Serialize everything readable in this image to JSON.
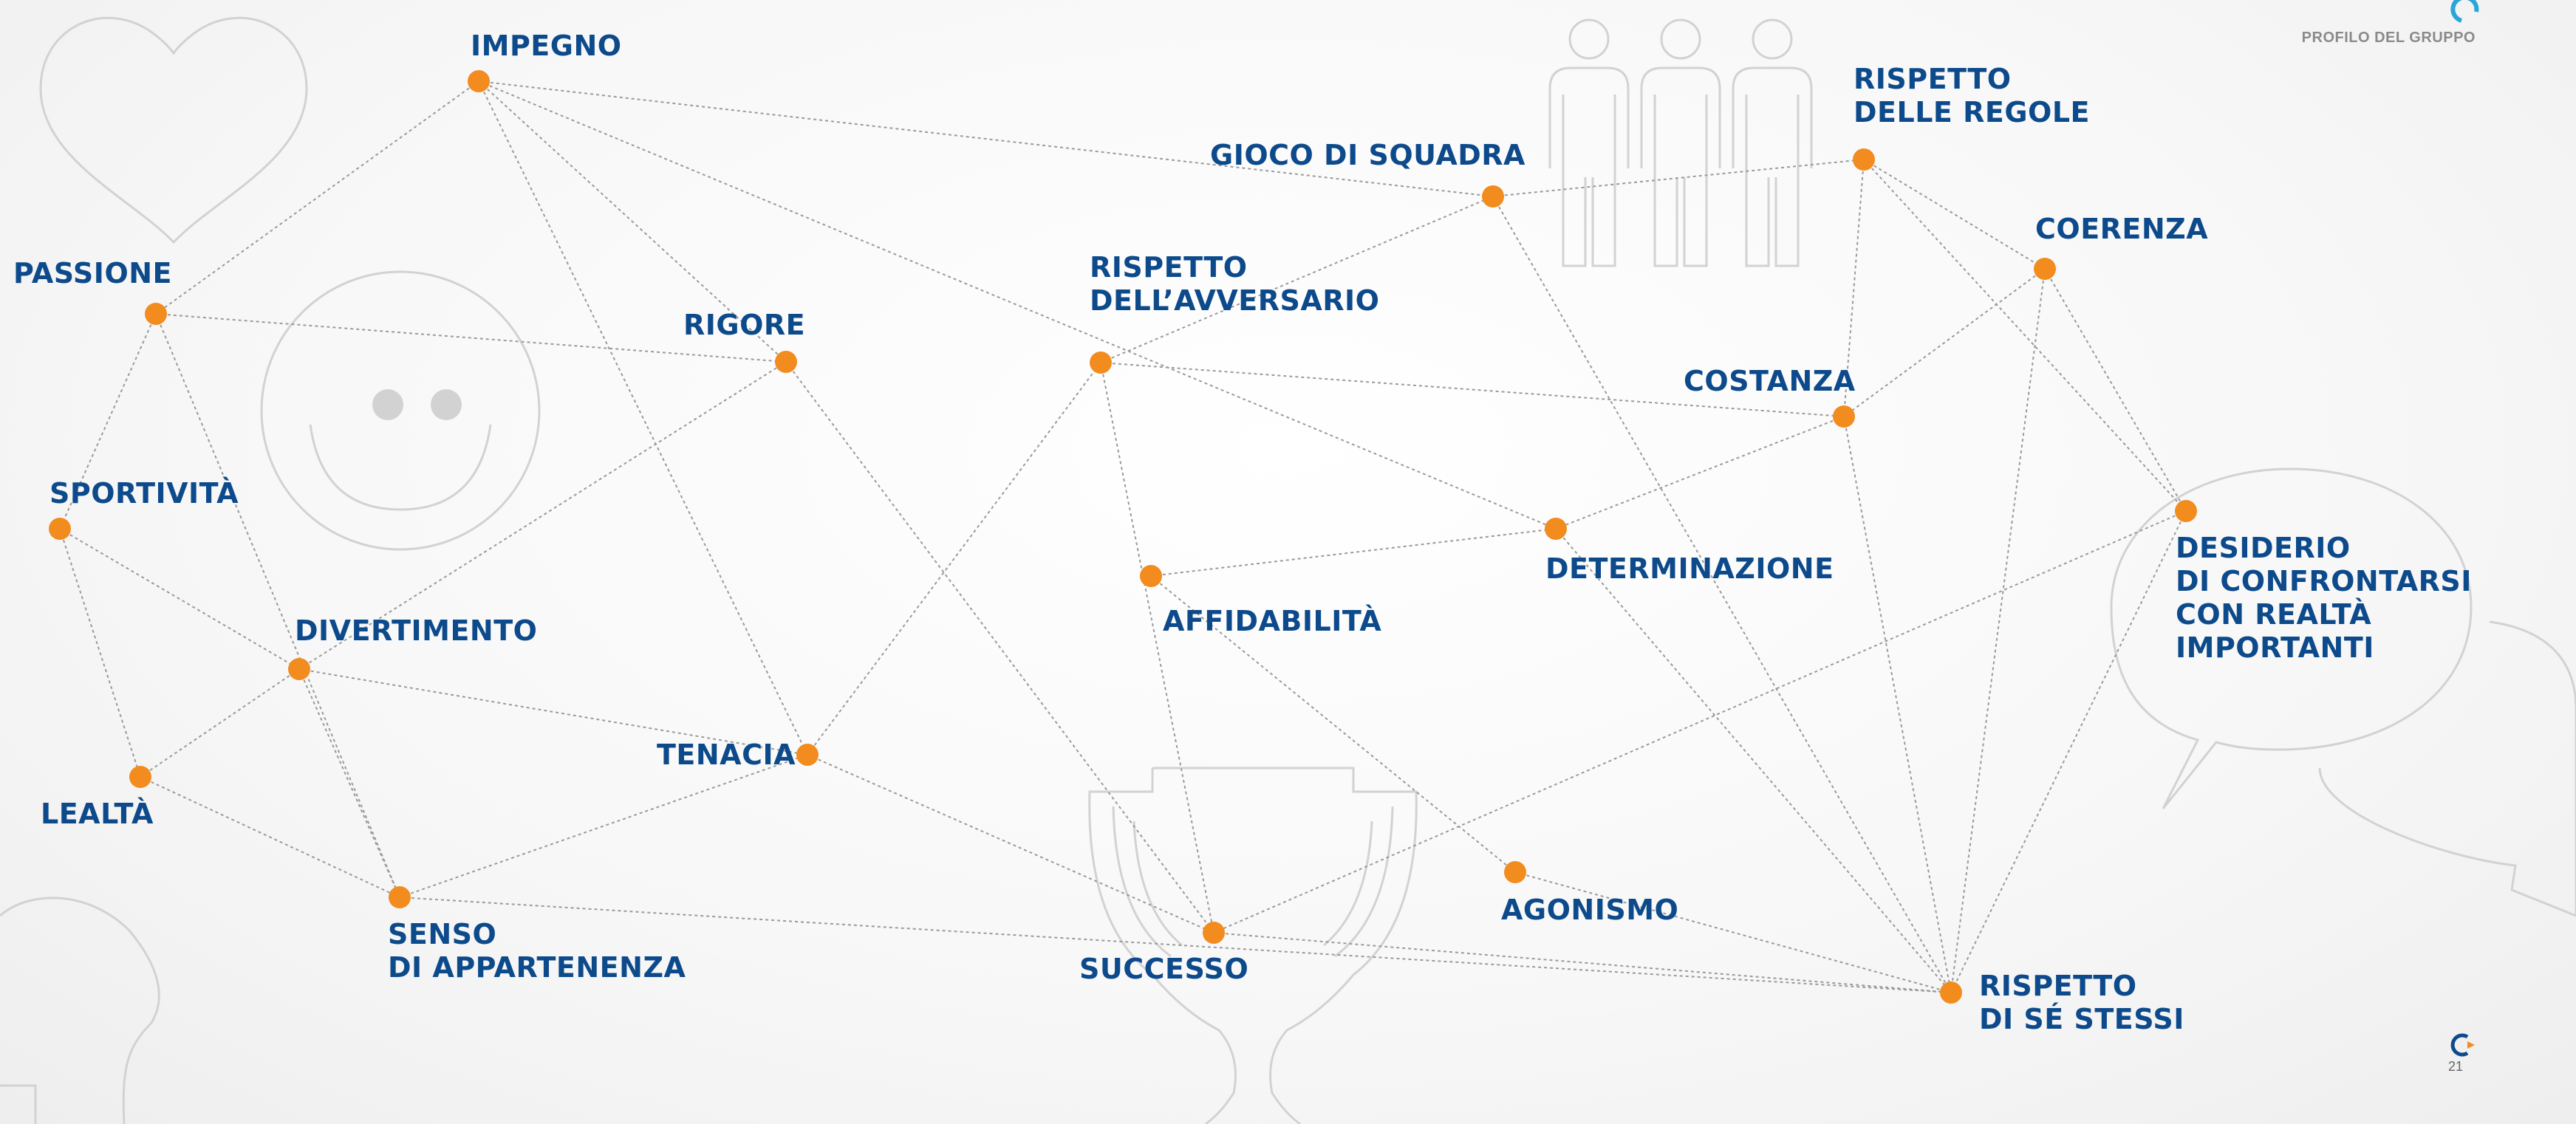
{
  "header": {
    "section_title": "PROFILO DEL GRUPPO"
  },
  "footer": {
    "page_number": "21"
  },
  "colors": {
    "node": "#f28c1e",
    "label": "#0d4a8b",
    "edge": "#9a9a9a",
    "decor": "#d2d2d2"
  },
  "icons": [
    "heart-icon",
    "smiley-icon",
    "people-icon",
    "trophy-icon",
    "speech-bubble-icon",
    "thought-bubble-icon",
    "logo-icon"
  ],
  "nodes": [
    {
      "id": "impegno",
      "label": "IMPEGNO"
    },
    {
      "id": "passione",
      "label": "PASSIONE"
    },
    {
      "id": "sportivita",
      "label": "SPORTIVITÀ"
    },
    {
      "id": "divertimento",
      "label": "DIVERTIMENTO"
    },
    {
      "id": "lealta",
      "label": "LEALTÀ"
    },
    {
      "id": "senso",
      "label": "SENSO\nDI APPARTENENZA"
    },
    {
      "id": "rigore",
      "label": "RIGORE"
    },
    {
      "id": "tenacia",
      "label": "TENACIA"
    },
    {
      "id": "successo",
      "label": "SUCCESSO"
    },
    {
      "id": "rispetto_avv",
      "label": "RISPETTO\nDELL’AVVERSARIO"
    },
    {
      "id": "affidabilita",
      "label": "AFFIDABILITÀ"
    },
    {
      "id": "gioco",
      "label": "GIOCO DI SQUADRA"
    },
    {
      "id": "rispetto_regole",
      "label": "RISPETTO\nDELLE REGOLE"
    },
    {
      "id": "coerenza",
      "label": "COERENZA"
    },
    {
      "id": "costanza",
      "label": "COSTANZA"
    },
    {
      "id": "determinazione",
      "label": "DETERMINAZIONE"
    },
    {
      "id": "desiderio",
      "label": "DESIDERIO\nDI CONFRONTARSI\nCON REALTÀ\nIMPORTANTI"
    },
    {
      "id": "agonismo",
      "label": "AGONISMO"
    },
    {
      "id": "rispetto_se",
      "label": "RISPETTO\nDI SÉ STESSI"
    }
  ],
  "edges": [
    [
      "impegno",
      "passione"
    ],
    [
      "impegno",
      "rigore"
    ],
    [
      "impegno",
      "tenacia"
    ],
    [
      "impegno",
      "gioco"
    ],
    [
      "impegno",
      "determinazione"
    ],
    [
      "passione",
      "rigore"
    ],
    [
      "passione",
      "sportivita"
    ],
    [
      "passione",
      "senso"
    ],
    [
      "sportivita",
      "lealta"
    ],
    [
      "sportivita",
      "divertimento"
    ],
    [
      "divertimento",
      "lealta"
    ],
    [
      "divertimento",
      "rigore"
    ],
    [
      "divertimento",
      "tenacia"
    ],
    [
      "divertimento",
      "senso"
    ],
    [
      "lealta",
      "senso"
    ],
    [
      "senso",
      "tenacia"
    ],
    [
      "senso",
      "rispetto_se"
    ],
    [
      "rigore",
      "successo"
    ],
    [
      "tenacia",
      "rispetto_avv"
    ],
    [
      "tenacia",
      "successo"
    ],
    [
      "rispetto_avv",
      "gioco"
    ],
    [
      "rispetto_avv",
      "costanza"
    ],
    [
      "rispetto_avv",
      "successo"
    ],
    [
      "affidabilita",
      "determinazione"
    ],
    [
      "affidabilita",
      "agonismo"
    ],
    [
      "gioco",
      "rispetto_regole"
    ],
    [
      "gioco",
      "rispetto_se"
    ],
    [
      "rispetto_regole",
      "coerenza"
    ],
    [
      "rispetto_regole",
      "costanza"
    ],
    [
      "rispetto_regole",
      "desiderio"
    ],
    [
      "coerenza",
      "costanza"
    ],
    [
      "coerenza",
      "desiderio"
    ],
    [
      "coerenza",
      "rispetto_se"
    ],
    [
      "costanza",
      "determinazione"
    ],
    [
      "costanza",
      "rispetto_se"
    ],
    [
      "determinazione",
      "rispetto_se"
    ],
    [
      "desiderio",
      "successo"
    ],
    [
      "desiderio",
      "rispetto_se"
    ],
    [
      "agonismo",
      "rispetto_se"
    ],
    [
      "successo",
      "rispetto_se"
    ]
  ]
}
